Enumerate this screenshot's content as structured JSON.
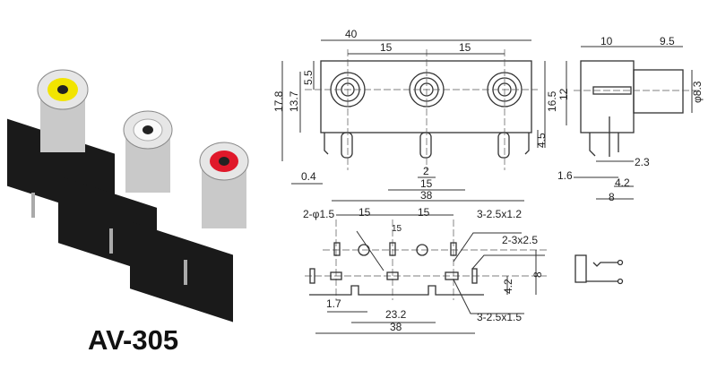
{
  "product": {
    "model": "AV-305",
    "jack_colors": {
      "yellow": "#f2e400",
      "white": "#ffffff",
      "red": "#e0182a"
    }
  },
  "front_view": {
    "width": "40",
    "pitch_left": "15",
    "pitch_right": "15",
    "height_total": "17.8",
    "center_height": "13.7",
    "top_to_center": "5.5",
    "body_height": "16.5",
    "pin_length": "4.5",
    "pin_offset": "0.4",
    "pin_width": "2",
    "peg_spacing": "15",
    "pin_span": "38"
  },
  "side_view": {
    "body_depth": "10",
    "jack_length": "9.5",
    "center_height": "12",
    "jack_diameter": "φ8.3",
    "d1": "2.3",
    "d2": "1.6",
    "d3": "4.2",
    "d4": "8"
  },
  "footprint": {
    "holes": "2-φ1.5",
    "pitch1": "15",
    "pitch2": "15",
    "pitch_small": "15",
    "slots_top": "3-2.5x1.2",
    "slots_side": "2-3x2.5",
    "row_spacing": "8",
    "offset": "4.2",
    "tab_width": "1.7",
    "tab_span": "23.2",
    "overall": "38",
    "slots_bottom": "3-2.5x1.5"
  }
}
